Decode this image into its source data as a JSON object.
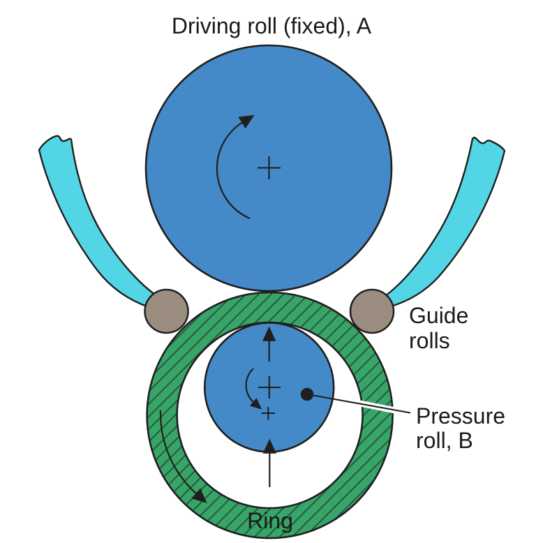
{
  "figure": {
    "title": "Driving roll (fixed), A",
    "labels": {
      "guide_rolls_line1": "Guide",
      "guide_rolls_line2": "rolls",
      "pressure_roll_line1": "Pressure",
      "pressure_roll_line2": "roll, B",
      "ring": "Ring"
    },
    "colors": {
      "roll_blue": "#4489c8",
      "ring_green": "#37a567",
      "guide_arm_cyan": "#52d6e6",
      "guide_roll_brown": "#9b8e81",
      "outline": "#1f1f1f",
      "hatch": "#2b5340",
      "text": "#1a1a1a",
      "background": "#ffffff"
    }
  }
}
